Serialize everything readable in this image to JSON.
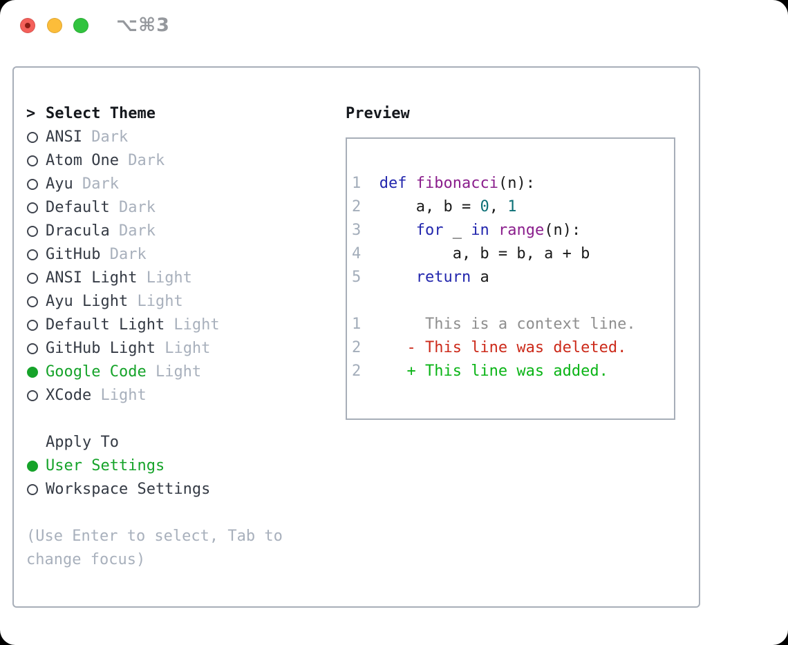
{
  "titlebar": {
    "title": "⌥⌘3"
  },
  "theme_list": {
    "cursor": ">",
    "title": "Select Theme",
    "items": [
      {
        "name": "ANSI",
        "variant": "Dark",
        "selected": false
      },
      {
        "name": "Atom One",
        "variant": "Dark",
        "selected": false
      },
      {
        "name": "Ayu",
        "variant": "Dark",
        "selected": false
      },
      {
        "name": "Default",
        "variant": "Dark",
        "selected": false
      },
      {
        "name": "Dracula",
        "variant": "Dark",
        "selected": false
      },
      {
        "name": "GitHub",
        "variant": "Dark",
        "selected": false
      },
      {
        "name": "ANSI Light",
        "variant": "Light",
        "selected": false
      },
      {
        "name": "Ayu Light",
        "variant": "Light",
        "selected": false
      },
      {
        "name": "Default Light",
        "variant": "Light",
        "selected": false
      },
      {
        "name": "GitHub Light",
        "variant": "Light",
        "selected": false
      },
      {
        "name": "Google Code",
        "variant": "Light",
        "selected": true
      },
      {
        "name": "XCode",
        "variant": "Light",
        "selected": false
      }
    ]
  },
  "apply_to": {
    "title": "Apply To",
    "options": [
      {
        "label": "User Settings",
        "selected": true
      },
      {
        "label": "Workspace Settings",
        "selected": false
      }
    ]
  },
  "help": {
    "line1": "(Use Enter to select, Tab to",
    "line2": "change focus)"
  },
  "preview": {
    "title": "Preview",
    "lines": [
      {
        "segs": [
          [
            "1",
            "num"
          ],
          [
            "  ",
            "plain"
          ],
          [
            "def",
            "kw"
          ],
          [
            " ",
            "plain"
          ],
          [
            "fibonacci",
            "fn"
          ],
          [
            "(n):",
            "plain"
          ]
        ]
      },
      {
        "segs": [
          [
            "2",
            "num"
          ],
          [
            "      a, b = ",
            "plain"
          ],
          [
            "0",
            "lit"
          ],
          [
            ", ",
            "plain"
          ],
          [
            "1",
            "lit"
          ]
        ]
      },
      {
        "segs": [
          [
            "3",
            "num"
          ],
          [
            "      ",
            "plain"
          ],
          [
            "for",
            "kw"
          ],
          [
            " _ ",
            "plain"
          ],
          [
            "in",
            "kw"
          ],
          [
            " ",
            "plain"
          ],
          [
            "range",
            "fn"
          ],
          [
            "(n):",
            "plain"
          ]
        ]
      },
      {
        "segs": [
          [
            "4",
            "num"
          ],
          [
            "          a, b = b, a + b",
            "plain"
          ]
        ]
      },
      {
        "segs": [
          [
            "5",
            "num"
          ],
          [
            "      ",
            "plain"
          ],
          [
            "return",
            "kw"
          ],
          [
            " a",
            "plain"
          ]
        ]
      },
      {
        "segs": []
      },
      {
        "segs": [
          [
            "1",
            "num"
          ],
          [
            "       This is a context line.",
            "ctx"
          ]
        ]
      },
      {
        "segs": [
          [
            "2",
            "num"
          ],
          [
            "     - This line was deleted.",
            "del"
          ]
        ]
      },
      {
        "segs": [
          [
            "2",
            "num"
          ],
          [
            "     + This line was added.",
            "add"
          ]
        ]
      }
    ]
  },
  "colors": {
    "tl_red": "#f4605a",
    "tl_red_dot": "#8c1d15",
    "tl_yellow": "#fcbd3a",
    "tl_green": "#31c33e",
    "title_gray": "#95989d",
    "border": "#a7aeb8",
    "text_dark": "#343a44",
    "text_black": "#15181d",
    "muted": "#a8b0bc",
    "green": "#16a32a",
    "radio_ring": "#3f444e",
    "code_plain": "#1a1a1a",
    "keyword_blue": "#2226ad",
    "function_purple": "#8a1e8c",
    "literal_teal": "#0c7076",
    "context_gray": "#8e8e8e",
    "deleted_red": "#cc2a1a",
    "added_green": "#0ab416",
    "linenum": "#a3adba"
  }
}
